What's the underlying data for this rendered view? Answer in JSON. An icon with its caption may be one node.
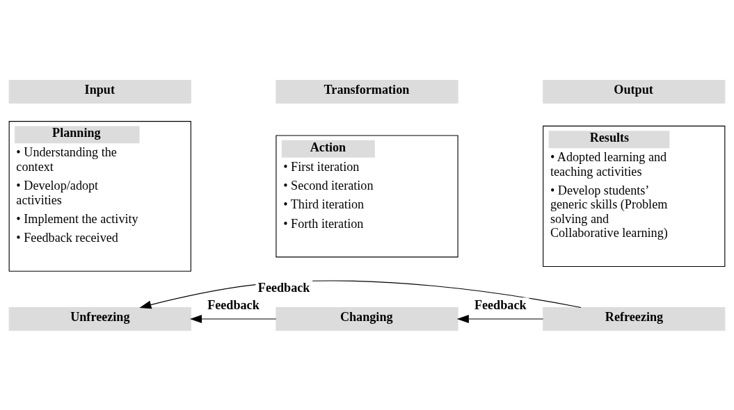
{
  "diagram": {
    "nodes": [
      {
        "text": [
          "Input"
        ]
      },
      {
        "text": [
          "Transformation"
        ]
      },
      {
        "text": [
          "Output"
        ]
      },
      {
        "text": [
          "Planning",
          "• Understanding the context",
          "• Develop/adopt activities",
          "• Implement the activity",
          "• Feedback received"
        ]
      },
      {
        "text": [
          "Action",
          "• First iteration",
          "• Second iteration",
          "• Third iteration",
          "• Forth iteration"
        ]
      },
      {
        "text": [
          "Results",
          "• Adopted learning and teaching activities",
          "• Develop students’ generic skills (Problem solving and Collaborative learning)"
        ]
      },
      {
        "text": [
          "Unfreezing"
        ]
      },
      {
        "text": [
          "Changing"
        ]
      },
      {
        "text": [
          "Refreezing"
        ]
      }
    ],
    "edges": [
      {
        "from": 7,
        "to": 6,
        "arrow": "to",
        "label": "Feedback"
      },
      {
        "from": 8,
        "to": 7,
        "arrow": "to",
        "label": "Feedback"
      },
      {
        "from": 8,
        "to": 6,
        "arrow": "to",
        "label": "Feedback"
      }
    ]
  }
}
